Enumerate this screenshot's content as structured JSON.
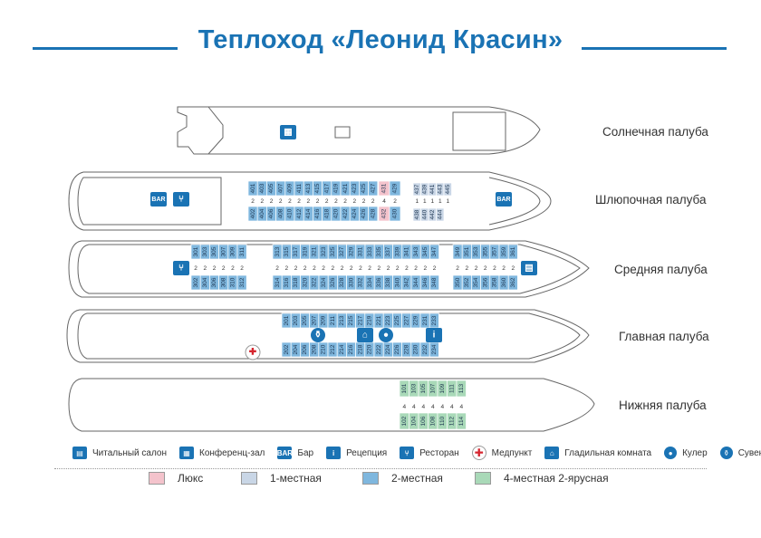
{
  "title": "Теплоход «Леонид Красин»",
  "colors": {
    "accent": "#1a73b4",
    "lux": "#f4c3cc",
    "single": "#c9d6e6",
    "double": "#7fb7de",
    "quad": "#a9d9b8"
  },
  "decks": [
    {
      "key": "sun",
      "label": "Солнечная палуба"
    },
    {
      "key": "boat",
      "label": "Шлюпочная палуба"
    },
    {
      "key": "middle",
      "label": "Средняя палуба"
    },
    {
      "key": "main",
      "label": "Главная палуба"
    },
    {
      "key": "lower",
      "label": "Нижняя палуба"
    }
  ],
  "cabins": {
    "boat_top_a": [
      "401",
      "403",
      "405",
      "407",
      "409",
      "411",
      "413",
      "415",
      "417",
      "419",
      "421",
      "423",
      "425",
      "427"
    ],
    "boat_bottom_a": [
      "402",
      "404",
      "406",
      "408",
      "410",
      "412",
      "414",
      "416",
      "418",
      "420",
      "422",
      "424",
      "426",
      "428"
    ],
    "boat_lux_top": "431",
    "boat_top_b": "429",
    "boat_lux_bottom": "432",
    "boat_bottom_b": "430",
    "boat_single_top": [
      "437",
      "439",
      "441",
      "443",
      "445"
    ],
    "boat_single_bottom": [
      "438",
      "440",
      "442",
      "444"
    ],
    "mid_top_a": [
      "301",
      "303",
      "305",
      "307",
      "309",
      "311"
    ],
    "mid_bottom_a": [
      "302",
      "304",
      "306",
      "308",
      "310",
      "312"
    ],
    "mid_top_b": [
      "313",
      "315",
      "317",
      "319",
      "321",
      "323",
      "325",
      "327",
      "329",
      "331",
      "333",
      "335",
      "337",
      "339",
      "341",
      "343",
      "345",
      "347"
    ],
    "mid_bottom_b": [
      "314",
      "316",
      "318",
      "320",
      "322",
      "324",
      "326",
      "328",
      "330",
      "332",
      "334",
      "336",
      "338",
      "340",
      "342",
      "344",
      "346",
      "348"
    ],
    "mid_top_c": [
      "349",
      "351",
      "353",
      "355",
      "357",
      "359",
      "361"
    ],
    "mid_bottom_c": [
      "350",
      "352",
      "354",
      "356",
      "358",
      "360",
      "362"
    ],
    "main_top": [
      "201",
      "203",
      "205",
      "207",
      "209",
      "211",
      "213",
      "215",
      "217",
      "219",
      "221",
      "223",
      "225",
      "227",
      "229",
      "231",
      "233"
    ],
    "main_bottom": [
      "202",
      "204",
      "206",
      "208",
      "210",
      "212",
      "214",
      "216",
      "218",
      "220",
      "222",
      "224",
      "226",
      "228",
      "230",
      "232",
      "234"
    ],
    "lower_top": [
      "101",
      "103",
      "105",
      "107",
      "109",
      "111",
      "113"
    ],
    "lower_bottom": [
      "102",
      "104",
      "106",
      "108",
      "110",
      "112",
      "114"
    ]
  },
  "cabin_capacity": {
    "double": "2",
    "single": "1",
    "quad": "4"
  },
  "legend_icons": [
    {
      "icon": "book-icon",
      "label": "Читальный салон"
    },
    {
      "icon": "conference-icon",
      "label": "Конференц-зал"
    },
    {
      "icon": "bar-icon",
      "label": "Бар"
    },
    {
      "icon": "info-icon",
      "label": "Рецепция"
    },
    {
      "icon": "restaurant-icon",
      "label": "Ресторан"
    },
    {
      "icon": "medical-icon",
      "label": "Медпункт"
    },
    {
      "icon": "iron-icon",
      "label": "Гладильная комната"
    },
    {
      "icon": "water-icon",
      "label": "Кулер"
    },
    {
      "icon": "souvenir-icon",
      "label": "Сувениры"
    }
  ],
  "icon_text": {
    "bar": "BAR"
  },
  "categories": [
    {
      "key": "lux",
      "label": "Люкс"
    },
    {
      "key": "single",
      "label": "1-местная"
    },
    {
      "key": "double",
      "label": "2-местная"
    },
    {
      "key": "quad",
      "label": "4-местная 2-ярусная"
    }
  ]
}
